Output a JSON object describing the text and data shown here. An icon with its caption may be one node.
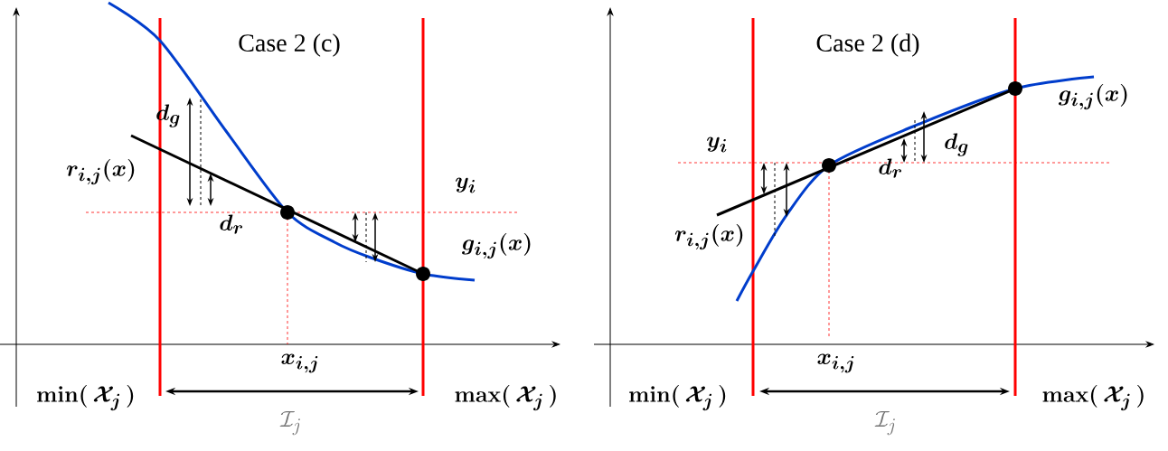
{
  "diagram": {
    "labels": [
      "Case 2  (c)",
      "d_g",
      "r_{i,j}(x)",
      "y_i",
      "d_r",
      "g_{i,j}(x)",
      "x_{i,j}",
      "\\mathbf{min(}\\,\\mathcal{X}_j\\,\\mathbf{)}",
      "\\mathbf{max(}\\,\\mathcal{X}_j\\,\\mathbf{)}",
      "\\mathcal{I}_j",
      "Case 2  (d)",
      "y_i",
      "g_{i,j}(x)",
      "d_g",
      "d_r",
      "r_{i,j}(x)",
      "x_{i,j}",
      "\\mathbf{min(}\\,\\mathcal{X}_j\\,\\mathbf{)}",
      "\\mathbf{max(}\\,\\mathcal{X}_j\\,\\mathbf{)}",
      "\\mathcal{I}_j"
    ]
  }
}
